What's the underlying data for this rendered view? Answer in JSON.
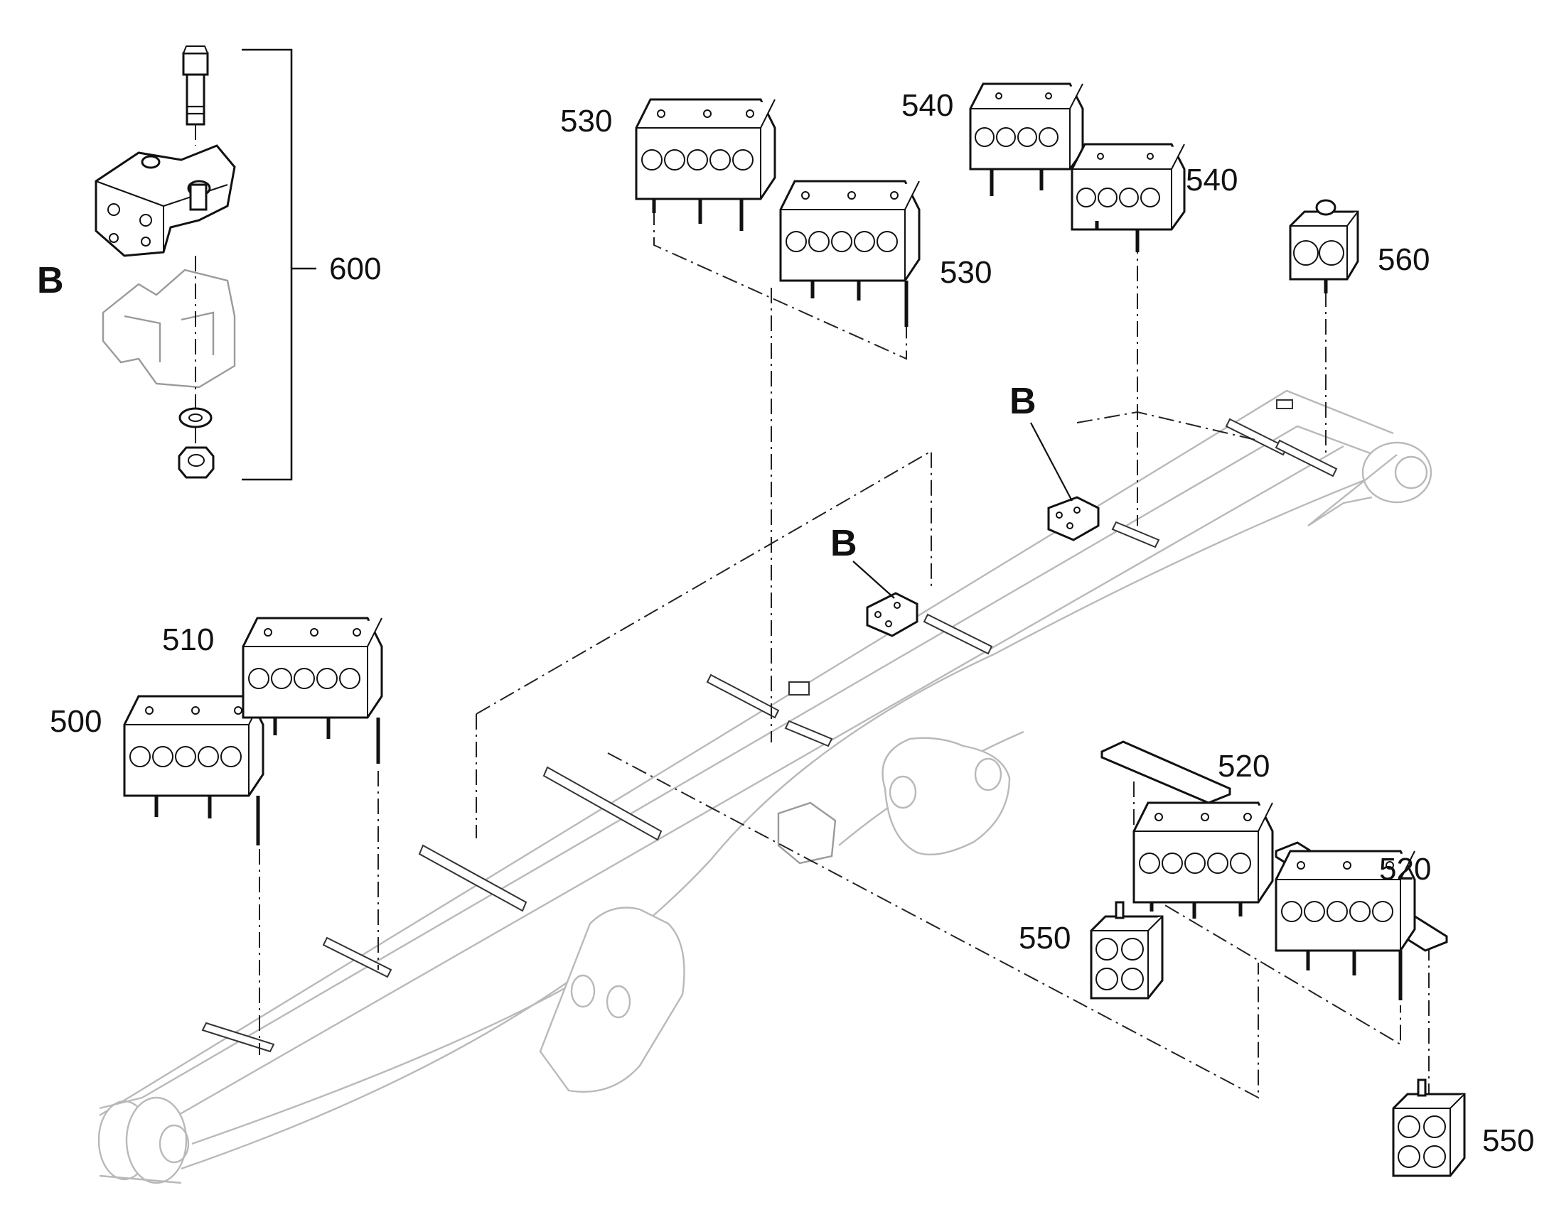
{
  "labels": {
    "c500": "500",
    "c510": "510",
    "c520a": "520",
    "c520b": "520",
    "c530a": "530",
    "c530b": "530",
    "c540a": "540",
    "c540b": "540",
    "c550a": "550",
    "c550b": "550",
    "c560": "560",
    "c600": "600",
    "detailB": "B",
    "bRefUpper": "B",
    "bRefLower": "B"
  },
  "colors": {
    "line": "#111111",
    "boomOutline": "#b9b9b9",
    "background": "#ffffff"
  }
}
